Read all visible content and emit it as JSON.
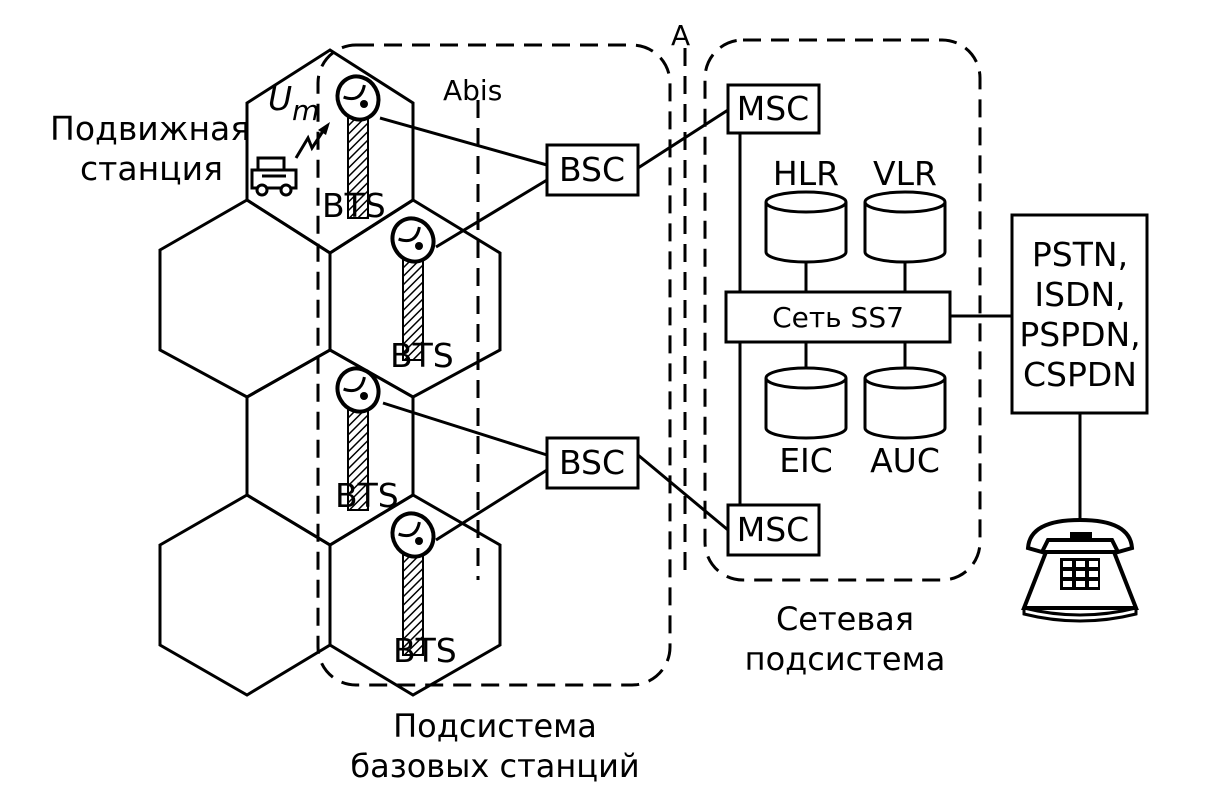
{
  "labels": {
    "mobile_station_line1": "Подвижная",
    "mobile_station_line2": "станция",
    "um_main": "U",
    "um_sub": "m",
    "abis": "Abis",
    "a_interface": "A",
    "bts": "BTS",
    "bsc": "BSC",
    "msc": "MSC",
    "hlr": "HLR",
    "vlr": "VLR",
    "eic": "EIC",
    "auc": "AUC",
    "ss7": "Сеть SS7",
    "pstn_line1": "PSTN,",
    "pstn_line2": "ISDN,",
    "pstn_line3": "PSPDN,",
    "pstn_line4": "CSPDN",
    "network_subsystem_line1": "Сетевая",
    "network_subsystem_line2": "подсистема",
    "bss_line1": "Подсистема",
    "bss_line2": "базовых станций"
  },
  "icons": {
    "mobile": "car-icon",
    "bts": "antenna-tower-icon",
    "phone": "telephone-icon",
    "database": "database-cylinder-icon"
  }
}
